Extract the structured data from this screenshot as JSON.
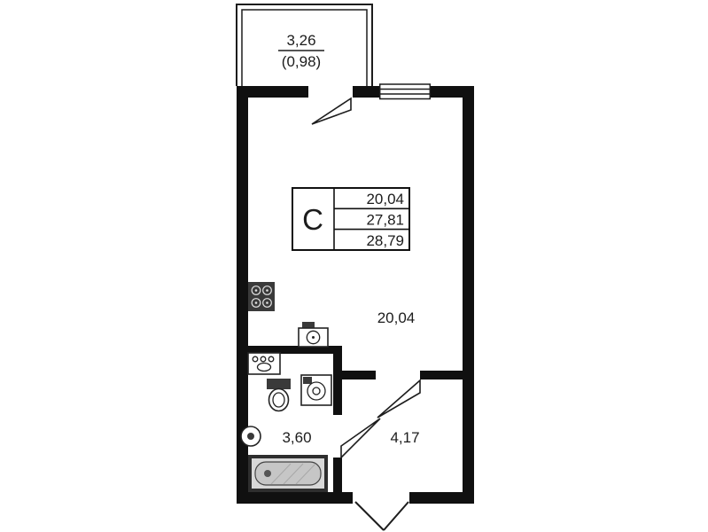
{
  "page": {
    "type": "apartment-floor-plan"
  },
  "balcony": {
    "area": "3,26",
    "area_reduced": "(0,98)"
  },
  "stamp": {
    "letter": "С",
    "area_living": "20,04",
    "area_total": "27,81",
    "area_total_with_balcony": "28,79"
  },
  "rooms": {
    "main_area": "20,04",
    "bathroom_area": "3,60",
    "hall_area": "4,17"
  },
  "symbols": [
    "stove",
    "kitchen-sink",
    "vanity-sink",
    "toilet",
    "washing-machine",
    "water-heater",
    "bathtub",
    "window",
    "door-leaf",
    "entry-door"
  ],
  "colors": {
    "bg": "#ffffff",
    "wall": "#101010",
    "line": "#1d1d1d",
    "text": "#1c1c1c",
    "fixture_dark": "#3a3a3a",
    "tub_rim": "#2e2e2e",
    "tub_inner": "#c6c6c6"
  }
}
